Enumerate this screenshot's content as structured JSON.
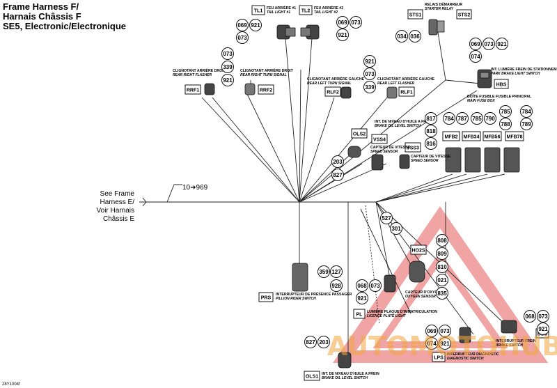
{
  "title": {
    "line1": "Frame Harness F/",
    "line2": "Harnais Châssis F",
    "line3": "SE5, Electronic/Electronique"
  },
  "see_ref": {
    "line1": "See Frame",
    "line2": "Harness E/",
    "line3": "Voir Harnais",
    "line4": "Châssis E"
  },
  "range_label": "10➔969",
  "figure_code": "28Y1004f",
  "watermark": "AUTOMOTOHUB",
  "connectors": {
    "TL1": "TL1",
    "TL2": "TL2",
    "STS1": "STS1",
    "STS2": "STS2",
    "HBS": "HBS",
    "RRF1": "RRF1",
    "RRF2": "RRF2",
    "RLF2": "RLF2",
    "RLF1": "RLF1",
    "OLS2": "OLS2",
    "VSS4": "VSS4",
    "VSS3": "VSS3",
    "MFB2": "MFB2",
    "MFB34": "MFB34",
    "MFB56": "MFB56",
    "MFB78": "MFB78",
    "HO2S": "HO2S",
    "PRS": "PRS",
    "PL": "PL",
    "LPS": "LPS",
    "BES": "BES",
    "OLS1": "OLS1"
  },
  "labels": {
    "tl1_fr": "FEU ARRIÈRE #1",
    "tl1_en": "TAIL LIGHT #1",
    "tl2_fr": "FEU ARRIÈRE #2",
    "tl2_en": "TAIL LIGHT #2",
    "sts_fr": "RELAIS DÉMARREUR",
    "sts_en": "STARTER RELAY",
    "hbs_fr": "INT. LUMIÈRE FREIN DE STATIONNEMENT",
    "hbs_en": "PARK BRAKE LIGHT SWITCH",
    "mfb_fr": "BOÎTE FUSIBLE FUSIBLE PRINCIPAL",
    "mfb_en": "MAIN FUSE BOX",
    "rrf1_fr": "CLIGNOTANT ARRIÈRE DROIT",
    "rrf1_en": "REAR RIGHT FLASHER",
    "rrf2_fr": "CLIGNOTANT ARRIÈRE DROIT",
    "rrf2_en": "REAR RIGHT TURN SIGNAL",
    "rlf2_fr": "CLIGNOTANT ARRIÈRE GAUCHE",
    "rlf2_en": "REAR LEFT TURN SIGNAL",
    "rlf1_fr": "CLIGNOTANT ARRIÈRE GAUCHE",
    "rlf1_en": "REAR LEFT FLASHER",
    "ols2_fr": "INT. DE NIVEAU D'HUILE A FREIN",
    "ols2_en": "BRAKE OIL LEVEL SWITCH",
    "vss4_fr": "CAPTEUR DE VITESSE",
    "vss4_en": "SPEED SENSOR",
    "vss3_fr": "CAPTEUR DE VITESSE",
    "vss3_en": "SPEED SENSOR",
    "ho2s_fr": "CAPTEUR D'OXYGÈNE",
    "ho2s_en": "OXYGEN SENSOR",
    "prs_fr": "INTERRUPTEUR DE PRÉSENCE PASSAGER",
    "prs_en": "PILLION RIDER SWITCH",
    "pl_fr": "LUMIÈRE PLAQUE D'IMMATRICULATION",
    "pl_en": "LICENCE PLATE LIGHT",
    "lps_fr": "INTERRUPTEUR DIAGNOSTIC",
    "lps_en": "DIAGNOSTIC SWITCH",
    "bes_fr": "INTERRUPTEUR FREIN",
    "bes_en": "BRAKE SWITCH",
    "ols1_fr": "INT. DE NIVEAU D'HUILE A FREIN",
    "ols1_en": "BRAKE OIL LEVEL SWITCH"
  },
  "wires": {
    "w069a": "069",
    "w921a": "921",
    "w073a": "073",
    "w069b": "069",
    "w073b": "073",
    "w921b": "921",
    "w034": "034",
    "w036": "036",
    "w069c": "069",
    "w073c": "073",
    "w921c": "921",
    "w074a": "074",
    "w073d": "073",
    "w339a": "339",
    "w921d": "921",
    "w921e": "921",
    "w073e": "073",
    "w339b": "339",
    "w817": "817",
    "w818": "818",
    "w816": "816",
    "w784a": "784",
    "w787": "787",
    "w785a": "785",
    "w790": "790",
    "w785b": "785",
    "w788": "788",
    "w784b": "784",
    "w789": "789",
    "w203a": "203",
    "w827a": "827",
    "w527": "527",
    "w301": "301",
    "w808": "808",
    "w809": "809",
    "w810": "810",
    "w021": "021",
    "w835": "835",
    "w068a": "068",
    "w073f": "073",
    "w921f": "921",
    "w359": "359",
    "w127": "127",
    "w928": "928",
    "w069d": "069",
    "w073g": "073",
    "w074b": "074",
    "w921g": "921",
    "w068b": "068",
    "w073h": "073",
    "w921h": "921",
    "w827b": "827",
    "w203b": "203"
  }
}
